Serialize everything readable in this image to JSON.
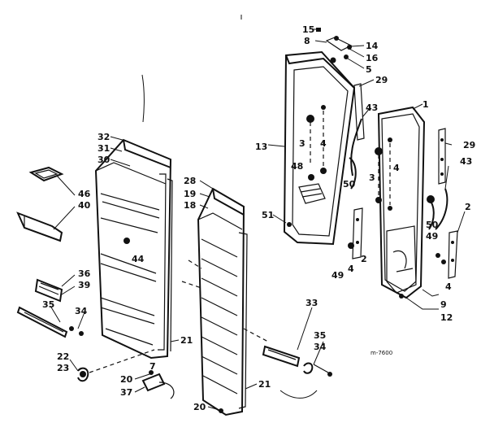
{
  "diagram": {
    "corner_code": "m-7600",
    "callouts": {
      "c15": "15",
      "c8": "8",
      "c14": "14",
      "c16": "16",
      "c5": "5",
      "c29a": "29",
      "c43a": "43",
      "c1": "1",
      "c13": "13",
      "c3a": "3",
      "c4a": "4",
      "c48": "48",
      "c50a": "50",
      "c3b": "3",
      "c4b": "4",
      "c29b": "29",
      "c43b": "43",
      "c51": "51",
      "c50b": "50",
      "c49a": "49",
      "c2a": "2",
      "c49b": "49",
      "c4c": "4",
      "c2b": "2",
      "c4d": "4",
      "c9": "9",
      "c12": "12",
      "c32": "32",
      "c31": "31",
      "c30": "30",
      "c28": "28",
      "c19": "19",
      "c18": "18",
      "c46": "46",
      "c40": "40",
      "c44": "44",
      "c36": "36",
      "c39": "39",
      "c35a": "35",
      "c34a": "34",
      "c21a": "21",
      "c22": "22",
      "c23": "23",
      "c7": "7",
      "c20a": "20",
      "c37": "37",
      "c33": "33",
      "c35b": "35",
      "c34b": "34",
      "c21b": "21",
      "c20b": "20"
    }
  }
}
